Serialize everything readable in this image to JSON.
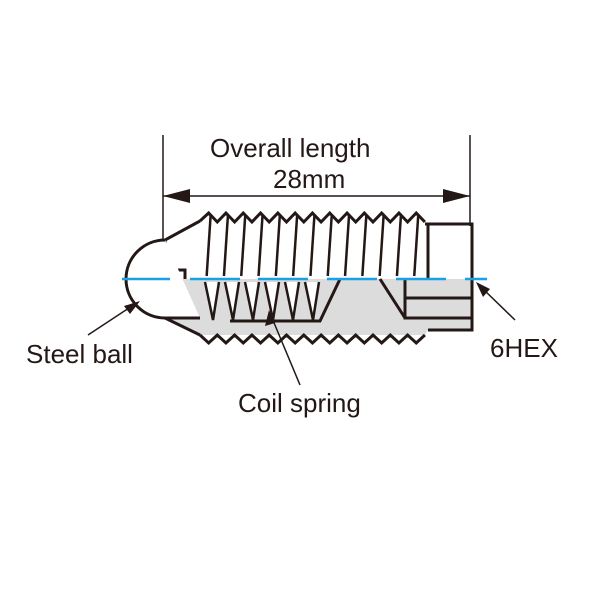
{
  "dimension": {
    "title": "Overall length",
    "value": "28mm"
  },
  "labels": {
    "steel_ball": "Steel ball",
    "coil_spring": "Coil spring",
    "hex": "6HEX"
  },
  "colors": {
    "line": "#231815",
    "centerline": "#1aa0e6",
    "section": "#dcdcdc"
  }
}
